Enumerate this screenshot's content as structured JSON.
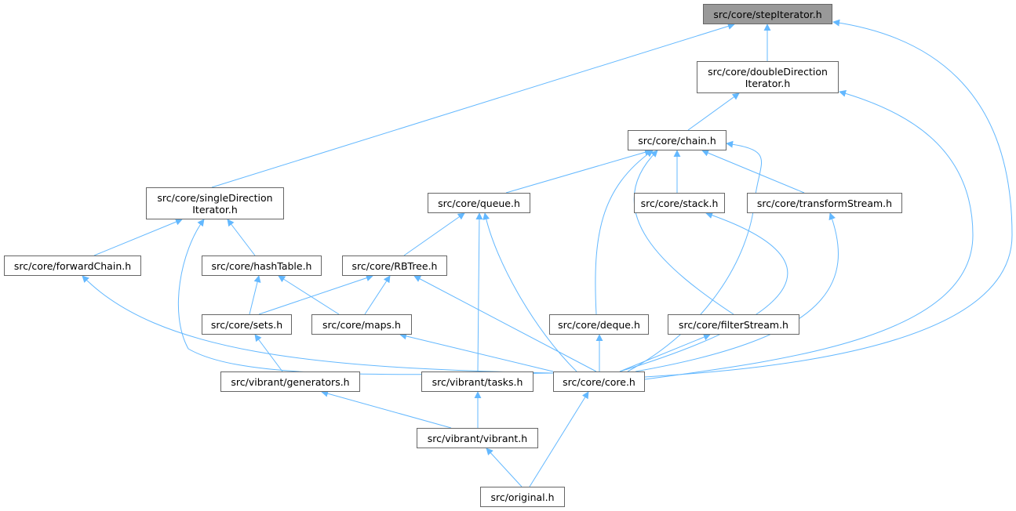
{
  "colors": {
    "edge": "#63b8ff",
    "root_fill": "#999999",
    "node_border": "#666666"
  },
  "nodes": [
    {
      "id": "step",
      "lines": [
        "src/core/stepIterator.h"
      ],
      "root": true
    },
    {
      "id": "double",
      "lines": [
        "src/core/doubleDirection",
        "Iterator.h"
      ]
    },
    {
      "id": "chain",
      "lines": [
        "src/core/chain.h"
      ]
    },
    {
      "id": "single",
      "lines": [
        "src/core/singleDirection",
        "Iterator.h"
      ]
    },
    {
      "id": "queue",
      "lines": [
        "src/core/queue.h"
      ]
    },
    {
      "id": "stack",
      "lines": [
        "src/core/stack.h"
      ]
    },
    {
      "id": "transform",
      "lines": [
        "src/core/transformStream.h"
      ]
    },
    {
      "id": "forward",
      "lines": [
        "src/core/forwardChain.h"
      ]
    },
    {
      "id": "hash",
      "lines": [
        "src/core/hashTable.h"
      ]
    },
    {
      "id": "rbtree",
      "lines": [
        "src/core/RBTree.h"
      ]
    },
    {
      "id": "sets",
      "lines": [
        "src/core/sets.h"
      ]
    },
    {
      "id": "maps",
      "lines": [
        "src/core/maps.h"
      ]
    },
    {
      "id": "deque",
      "lines": [
        "src/core/deque.h"
      ]
    },
    {
      "id": "filter",
      "lines": [
        "src/core/filterStream.h"
      ]
    },
    {
      "id": "generators",
      "lines": [
        "src/vibrant/generators.h"
      ]
    },
    {
      "id": "tasks",
      "lines": [
        "src/vibrant/tasks.h"
      ]
    },
    {
      "id": "core",
      "lines": [
        "src/core/core.h"
      ]
    },
    {
      "id": "vibrant",
      "lines": [
        "src/vibrant/vibrant.h"
      ]
    },
    {
      "id": "original",
      "lines": [
        "src/original.h"
      ]
    }
  ],
  "edges": [
    [
      "single",
      "step"
    ],
    [
      "double",
      "step"
    ],
    [
      "core",
      "step"
    ],
    [
      "chain",
      "double"
    ],
    [
      "core",
      "double"
    ],
    [
      "queue",
      "chain"
    ],
    [
      "deque",
      "chain"
    ],
    [
      "filter",
      "chain"
    ],
    [
      "stack",
      "chain"
    ],
    [
      "transform",
      "chain"
    ],
    [
      "core",
      "chain"
    ],
    [
      "forward",
      "single"
    ],
    [
      "hash",
      "single"
    ],
    [
      "core",
      "single"
    ],
    [
      "rbtree",
      "queue"
    ],
    [
      "tasks",
      "queue"
    ],
    [
      "core",
      "queue"
    ],
    [
      "sets",
      "rbtree"
    ],
    [
      "maps",
      "rbtree"
    ],
    [
      "core",
      "rbtree"
    ],
    [
      "sets",
      "hash"
    ],
    [
      "maps",
      "hash"
    ],
    [
      "core",
      "stack"
    ],
    [
      "core",
      "transform"
    ],
    [
      "core",
      "deque"
    ],
    [
      "core",
      "filter"
    ],
    [
      "core",
      "maps"
    ],
    [
      "core",
      "forward"
    ],
    [
      "generators",
      "sets"
    ],
    [
      "vibrant",
      "generators"
    ],
    [
      "vibrant",
      "tasks"
    ],
    [
      "original",
      "vibrant"
    ],
    [
      "original",
      "core"
    ]
  ]
}
